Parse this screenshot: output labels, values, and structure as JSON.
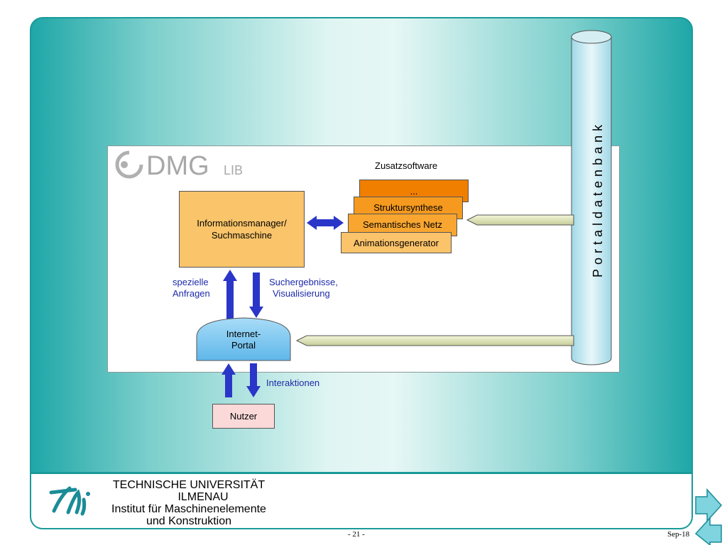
{
  "diagram": {
    "zusatz_title": "Zusatzsoftware",
    "info_box": [
      "Informationsmanager/",
      "Suchmaschine"
    ],
    "stack": [
      "...",
      "Struktursynthese",
      "Semantisches Netz",
      "Animationsgenerator"
    ],
    "portal": [
      "Internet-",
      "Portal"
    ],
    "left_label": [
      "spezielle",
      "Anfragen"
    ],
    "right_label": [
      "Suchergebnisse,",
      "Visualisierung"
    ],
    "interaktionen": "Interaktionen",
    "nutzer": "Nutzer",
    "database": "Portaldatenbank"
  },
  "logo": {
    "main": "DMG",
    "sub": "LIB"
  },
  "footer": {
    "univ_line1": "TECHNISCHE UNIVERSITÄT",
    "univ_line2": "ILMENAU",
    "inst_line1": "Institut für Maschinenelemente",
    "inst_line2": "und Konstruktion",
    "page": "-  21  -",
    "date": "Sep-18"
  },
  "colors": {
    "frame": "#1fa7a7",
    "arrow": "#2a36c8",
    "info_box": "#f9c46a",
    "portal": "#7ec6f0",
    "nutzer": "#fbd9d9"
  }
}
